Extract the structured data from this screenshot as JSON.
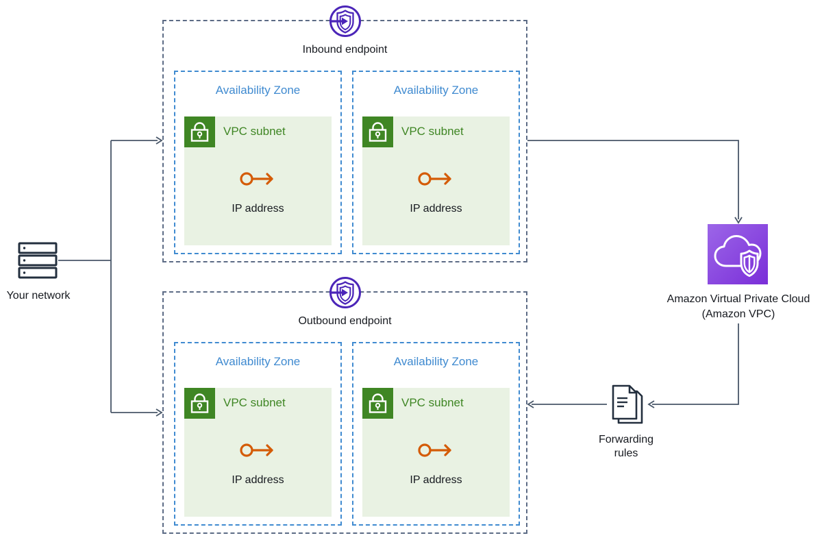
{
  "your_network": {
    "label": "Your network",
    "icon": "server-stack-icon"
  },
  "inbound_endpoint": {
    "label": "Inbound endpoint",
    "icon": "shield-endpoint-icon",
    "availability_zones": [
      {
        "label": "Availability Zone",
        "vpc_subnet": {
          "label": "VPC subnet",
          "icon": "lock-icon",
          "ip": {
            "label": "IP address",
            "icon": "ip-arrow-icon"
          }
        }
      },
      {
        "label": "Availability Zone",
        "vpc_subnet": {
          "label": "VPC subnet",
          "icon": "lock-icon",
          "ip": {
            "label": "IP address",
            "icon": "ip-arrow-icon"
          }
        }
      }
    ]
  },
  "outbound_endpoint": {
    "label": "Outbound endpoint",
    "icon": "shield-endpoint-icon",
    "availability_zones": [
      {
        "label": "Availability Zone",
        "vpc_subnet": {
          "label": "VPC subnet",
          "icon": "lock-icon",
          "ip": {
            "label": "IP address",
            "icon": "ip-arrow-icon"
          }
        }
      },
      {
        "label": "Availability Zone",
        "vpc_subnet": {
          "label": "VPC subnet",
          "icon": "lock-icon",
          "ip": {
            "label": "IP address",
            "icon": "ip-arrow-icon"
          }
        }
      }
    ]
  },
  "amazon_vpc": {
    "label_line1": "Amazon Virtual Private Cloud",
    "label_line2": "(Amazon VPC)",
    "icon": "vpc-cloud-shield-icon"
  },
  "forwarding_rules": {
    "label_line1": "Forwarding",
    "label_line2": "rules",
    "icon": "documents-icon"
  },
  "colors": {
    "endpoint_purple": "#4B25B8",
    "vpc_gradient_start": "#9C66E8",
    "vpc_gradient_end": "#7A2ED8",
    "subnet_green": "#3F8624",
    "subnet_background": "#E9F2E3",
    "availability_zone_blue": "#3F8AD0",
    "ip_orange": "#D45B07",
    "icon_navy": "#232F3E",
    "arrow_gray": "#485668",
    "outer_dash_gray": "#5C6B85"
  }
}
